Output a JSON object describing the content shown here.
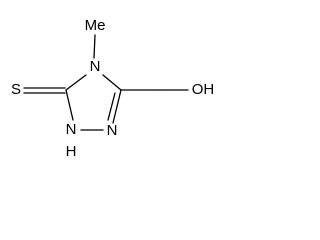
{
  "molecule": {
    "atom_labels": {
      "methyl": "Me",
      "ring_n4": "N",
      "thione_s": "S",
      "ring_n1": "N",
      "ring_n1_h": "H",
      "ring_n2": "N",
      "hydroxyl": "OH"
    },
    "colors": {
      "bond": "#000000",
      "label": "#000000",
      "background": "#ffffff"
    }
  }
}
